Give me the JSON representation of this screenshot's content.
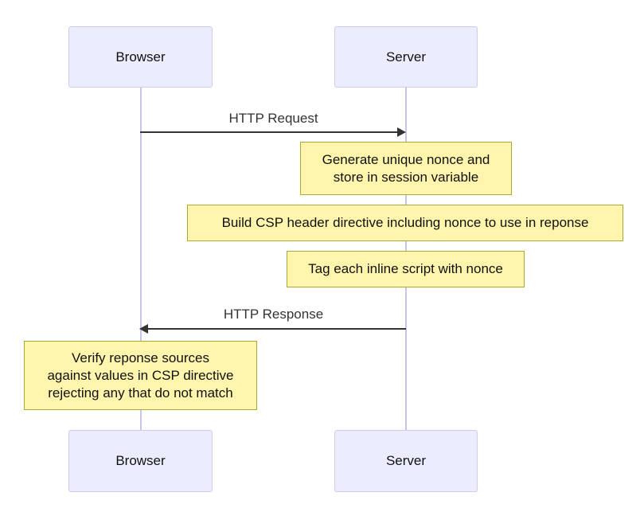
{
  "diagram": {
    "type": "sequence",
    "actors": [
      {
        "id": "browser",
        "label": "Browser"
      },
      {
        "id": "server",
        "label": "Server"
      }
    ],
    "messages": [
      {
        "from": "Browser",
        "to": "Server",
        "direction": "right",
        "label": "HTTP Request"
      },
      {
        "from": "Server",
        "to": "Browser",
        "direction": "left",
        "label": "HTTP Response"
      }
    ],
    "notes": [
      {
        "over": "Server",
        "text": "Generate unique nonce and\nstore in session variable"
      },
      {
        "over": "Server",
        "text": "Build CSP header directive including nonce to use in reponse"
      },
      {
        "over": "Server",
        "text": "Tag each inline script with nonce"
      },
      {
        "over": "Browser",
        "text": "Verify reponse sources\nagainst values in CSP directive\nrejecting any that do not match"
      }
    ]
  },
  "colors": {
    "background": "#FFFFFF",
    "actor-fill": "#ECECFF",
    "actor-border": "#D4C9EF",
    "lifeline": "#CCC3E8",
    "note-fill": "#FFF5AD",
    "note-border": "#AAAA33",
    "line-color": "#333333",
    "message-text-color": "#333333",
    "text-color": "#111111"
  }
}
